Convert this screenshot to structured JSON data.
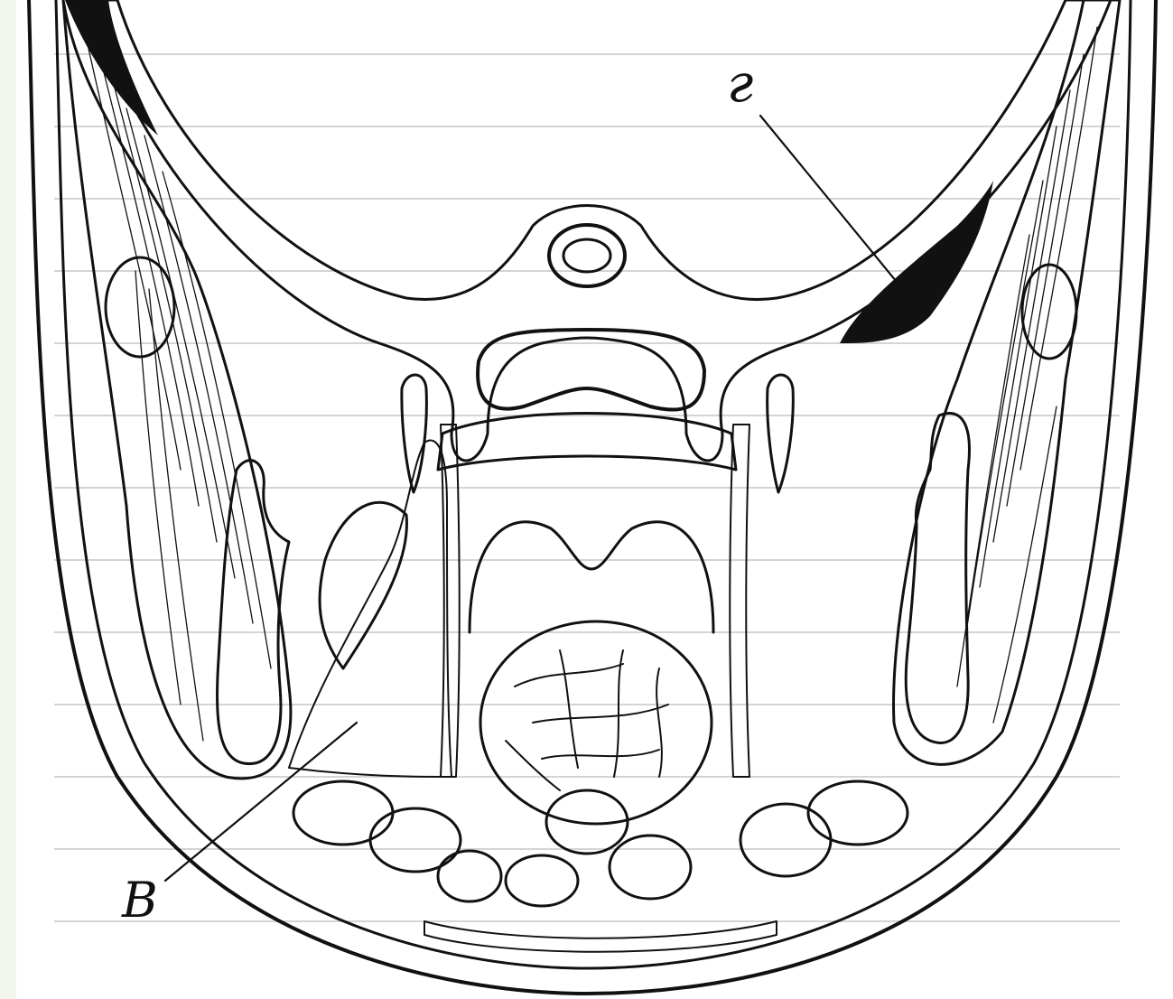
{
  "figure": {
    "labels": [
      {
        "id": "label-g",
        "text": "г"
      },
      {
        "id": "label-v",
        "text": "В"
      }
    ]
  },
  "colors": {
    "background": "#f3f6ec",
    "ink": "#111111",
    "paper_page": "#ffffff"
  }
}
